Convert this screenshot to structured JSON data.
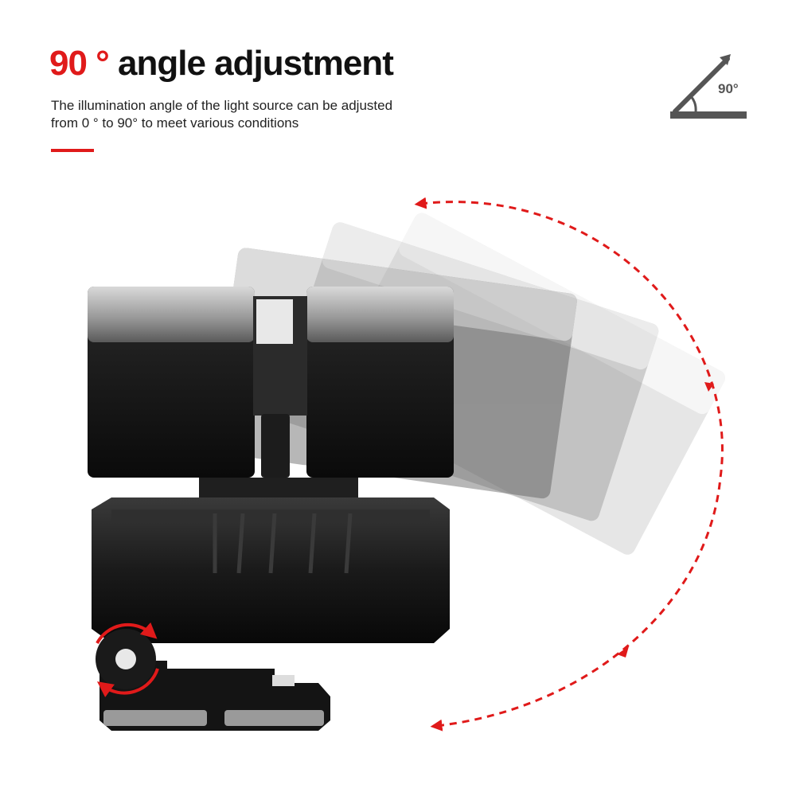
{
  "headline": {
    "accent": "90 °",
    "main": "angle adjustment"
  },
  "description": {
    "line1": "The illumination angle of the light source can be adjusted",
    "line2": "from 0 ° to 90° to meet various conditions"
  },
  "angle_icon": {
    "label": "90°",
    "name": "angle-icon"
  },
  "colors": {
    "accent": "#e01a1a",
    "text": "#111111",
    "icon_gray": "#555555",
    "product_dark": "#141414"
  }
}
